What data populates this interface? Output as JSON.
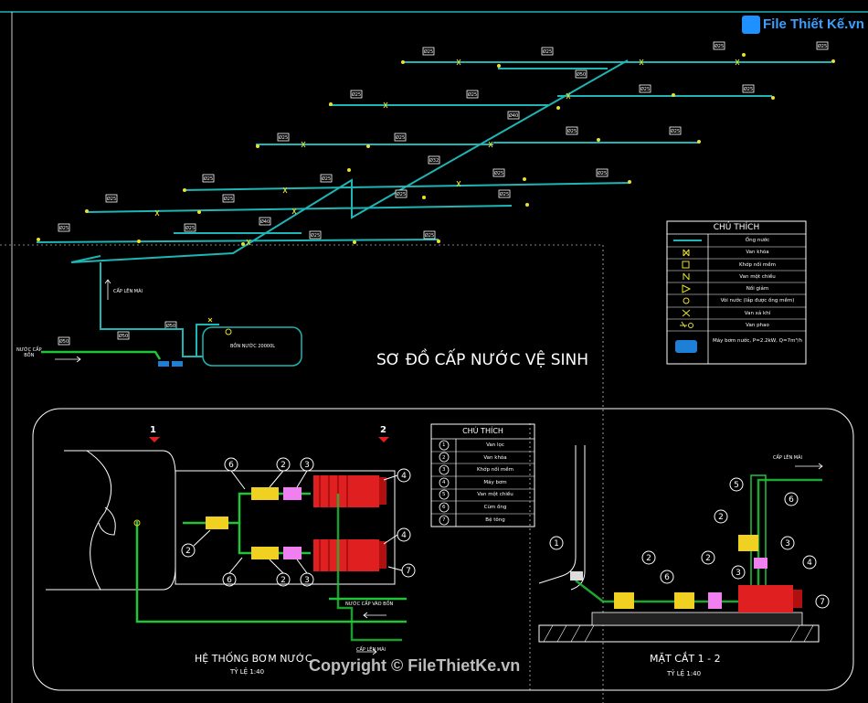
{
  "watermark_logo": "File Thiết Kế.vn",
  "copyright": "Copyright © FileThietKe.vn",
  "main_title": "SƠ ĐỒ CẤP NƯỚC VỆ SINH",
  "riser_up_label": "CẤP LÊN MÁI",
  "water_in_label": "NƯỚC CẤP\nBỒN",
  "water_in_line1": "NƯỚC CẤP",
  "water_in_line2": "BỒN",
  "tank_label": "BỒN NƯỚC 20000L",
  "legend1": {
    "title": "CHÚ THÍCH",
    "items": [
      "Ống nước",
      "Van khóa",
      "Khớp nối mềm",
      "Van một chiều",
      "Nối giảm",
      "Vòi nước (lắp được ống mềm)",
      "Van xả khí",
      "Van phao",
      "Máy bơm nước, P=2.2kW, Q=7m³/h"
    ]
  },
  "legend2": {
    "title": "CHÚ THÍCH",
    "items": [
      {
        "num": "1",
        "label": "Van lọc"
      },
      {
        "num": "2",
        "label": "Van khóa"
      },
      {
        "num": "3",
        "label": "Khớp nối mềm"
      },
      {
        "num": "4",
        "label": "Máy bơm"
      },
      {
        "num": "5",
        "label": "Van một chiều"
      },
      {
        "num": "6",
        "label": "Cùm ống"
      },
      {
        "num": "7",
        "label": "Bệ tông"
      }
    ]
  },
  "section_markers": [
    "1",
    "2"
  ],
  "pump_system_title": "HỆ THỐNG BƠM NƯỚC",
  "pump_system_scale": "TỶ LỆ 1:40",
  "section_title": "MẶT CẮT 1 - 2",
  "section_scale": "TỶ LỆ 1:40",
  "pump_in_label": "NƯỚC CẤP VÀO BỒN",
  "pump_up_label": "CẤP LÊN MÁI",
  "section_up_label": "CẤP LÊN MÁI",
  "pipe_tags": [
    "Ø25",
    "Ø32",
    "Ø40",
    "Ø50"
  ],
  "colors": {
    "pipe": "#1fb5b5",
    "green_pipe": "#22c33a",
    "pump": "#e02020",
    "valve": "#f0d020",
    "border": "#1fb5b5"
  }
}
